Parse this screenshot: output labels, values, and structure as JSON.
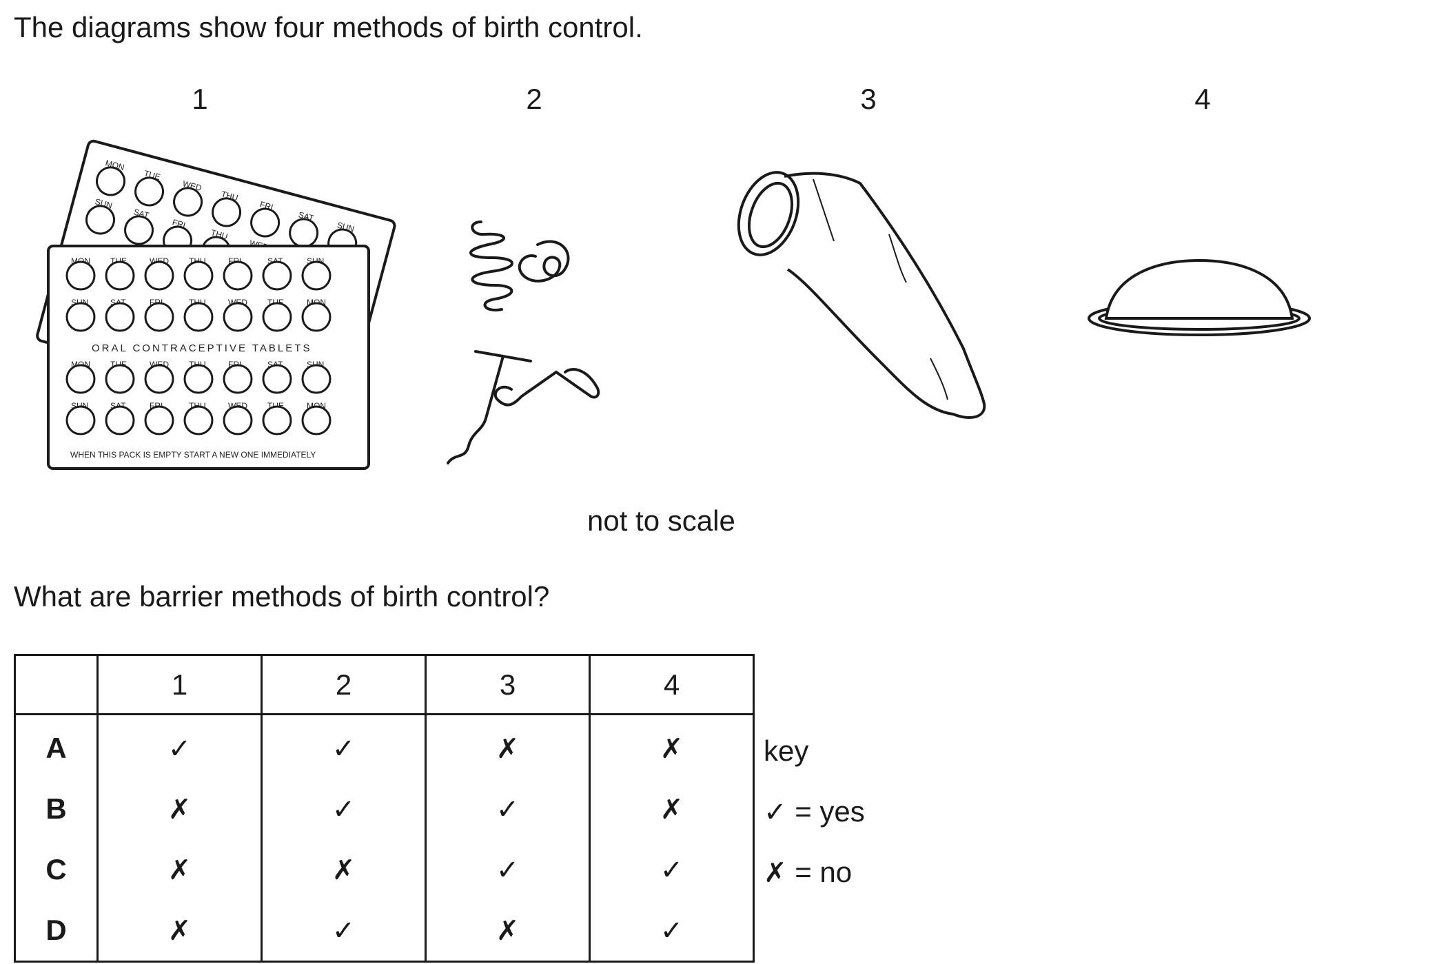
{
  "intro": "The diagrams show four methods of birth control.",
  "figures": [
    {
      "number": "1"
    },
    {
      "number": "2"
    },
    {
      "number": "3"
    },
    {
      "number": "4"
    }
  ],
  "pill_pack": {
    "row_a": [
      "MON",
      "TUE",
      "WED",
      "THU",
      "FRI",
      "SAT",
      "SUN"
    ],
    "row_b": [
      "SUN",
      "SAT",
      "FRI",
      "THU",
      "WED",
      "TUE",
      "MON"
    ],
    "middle_label": "ORAL CONTRACEPTIVE TABLETS",
    "footer_label": "WHEN THIS PACK IS EMPTY START A NEW ONE IMMEDIATELY"
  },
  "note": "not to scale",
  "question": "What are barrier methods of birth control?",
  "table": {
    "columns": [
      "",
      "1",
      "2",
      "3",
      "4"
    ],
    "rows": [
      {
        "label": "A",
        "marks": [
          "✓",
          "✓",
          "✗",
          "✗"
        ]
      },
      {
        "label": "B",
        "marks": [
          "✗",
          "✓",
          "✓",
          "✗"
        ]
      },
      {
        "label": "C",
        "marks": [
          "✗",
          "✗",
          "✓",
          "✓"
        ]
      },
      {
        "label": "D",
        "marks": [
          "✗",
          "✓",
          "✗",
          "✓"
        ]
      }
    ]
  },
  "key": {
    "title": "key",
    "yes_symbol": "✓",
    "yes_text": "= yes",
    "no_symbol": "✗",
    "no_text": "= no"
  }
}
